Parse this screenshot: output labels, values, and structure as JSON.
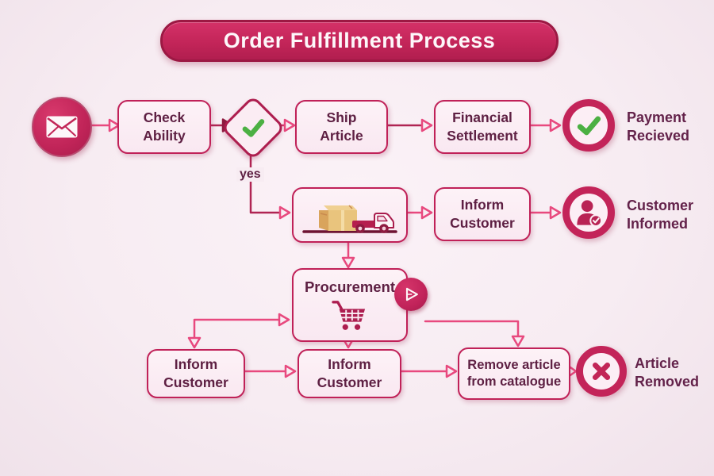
{
  "title": "Order Fulfillment Process",
  "diagram": {
    "nodes": {
      "start_order": {
        "icon": "envelope-icon"
      },
      "check_ability": {
        "label": "Check\nAbility"
      },
      "availability_decision": {
        "icon": "green-check-icon"
      },
      "ship_article": {
        "label": "Ship\nArticle"
      },
      "financial_settlement": {
        "label": "Financial\nSettlement"
      },
      "payment_received": {
        "icon": "green-check-circle-icon",
        "label": "Payment\nRecieved"
      },
      "delivery_truck": {
        "icon": "delivery-truck-icon"
      },
      "inform_customer_shipping": {
        "label": "Inform\nCustomer"
      },
      "customer_informed": {
        "icon": "person-check-icon",
        "label": "Customer\nInformed"
      },
      "procurement": {
        "label": "Procurement",
        "icon": "shopping-cart-icon",
        "badge_icon": "play-icon"
      },
      "inform_customer_left": {
        "label": "Inform\nCustomer"
      },
      "inform_customer_center": {
        "label": "Inform\nCustomer"
      },
      "remove_article": {
        "label": "Remove article\nfrom catalogue"
      },
      "article_removed": {
        "icon": "x-circle-icon",
        "label": "Article\nRemoved"
      }
    },
    "edge_labels": {
      "yes": "yes"
    }
  },
  "colors": {
    "background": "#f7ecf2",
    "accent": "#c32459",
    "accent_dark": "#9c1843",
    "node_fill": "#fbecf3",
    "node_border": "#c02158",
    "connector_bright": "#e8497e",
    "connector_dark": "#b02553",
    "success_green": "#4cb043",
    "text": "#5e2043",
    "title_text": "#fdf7fa"
  }
}
